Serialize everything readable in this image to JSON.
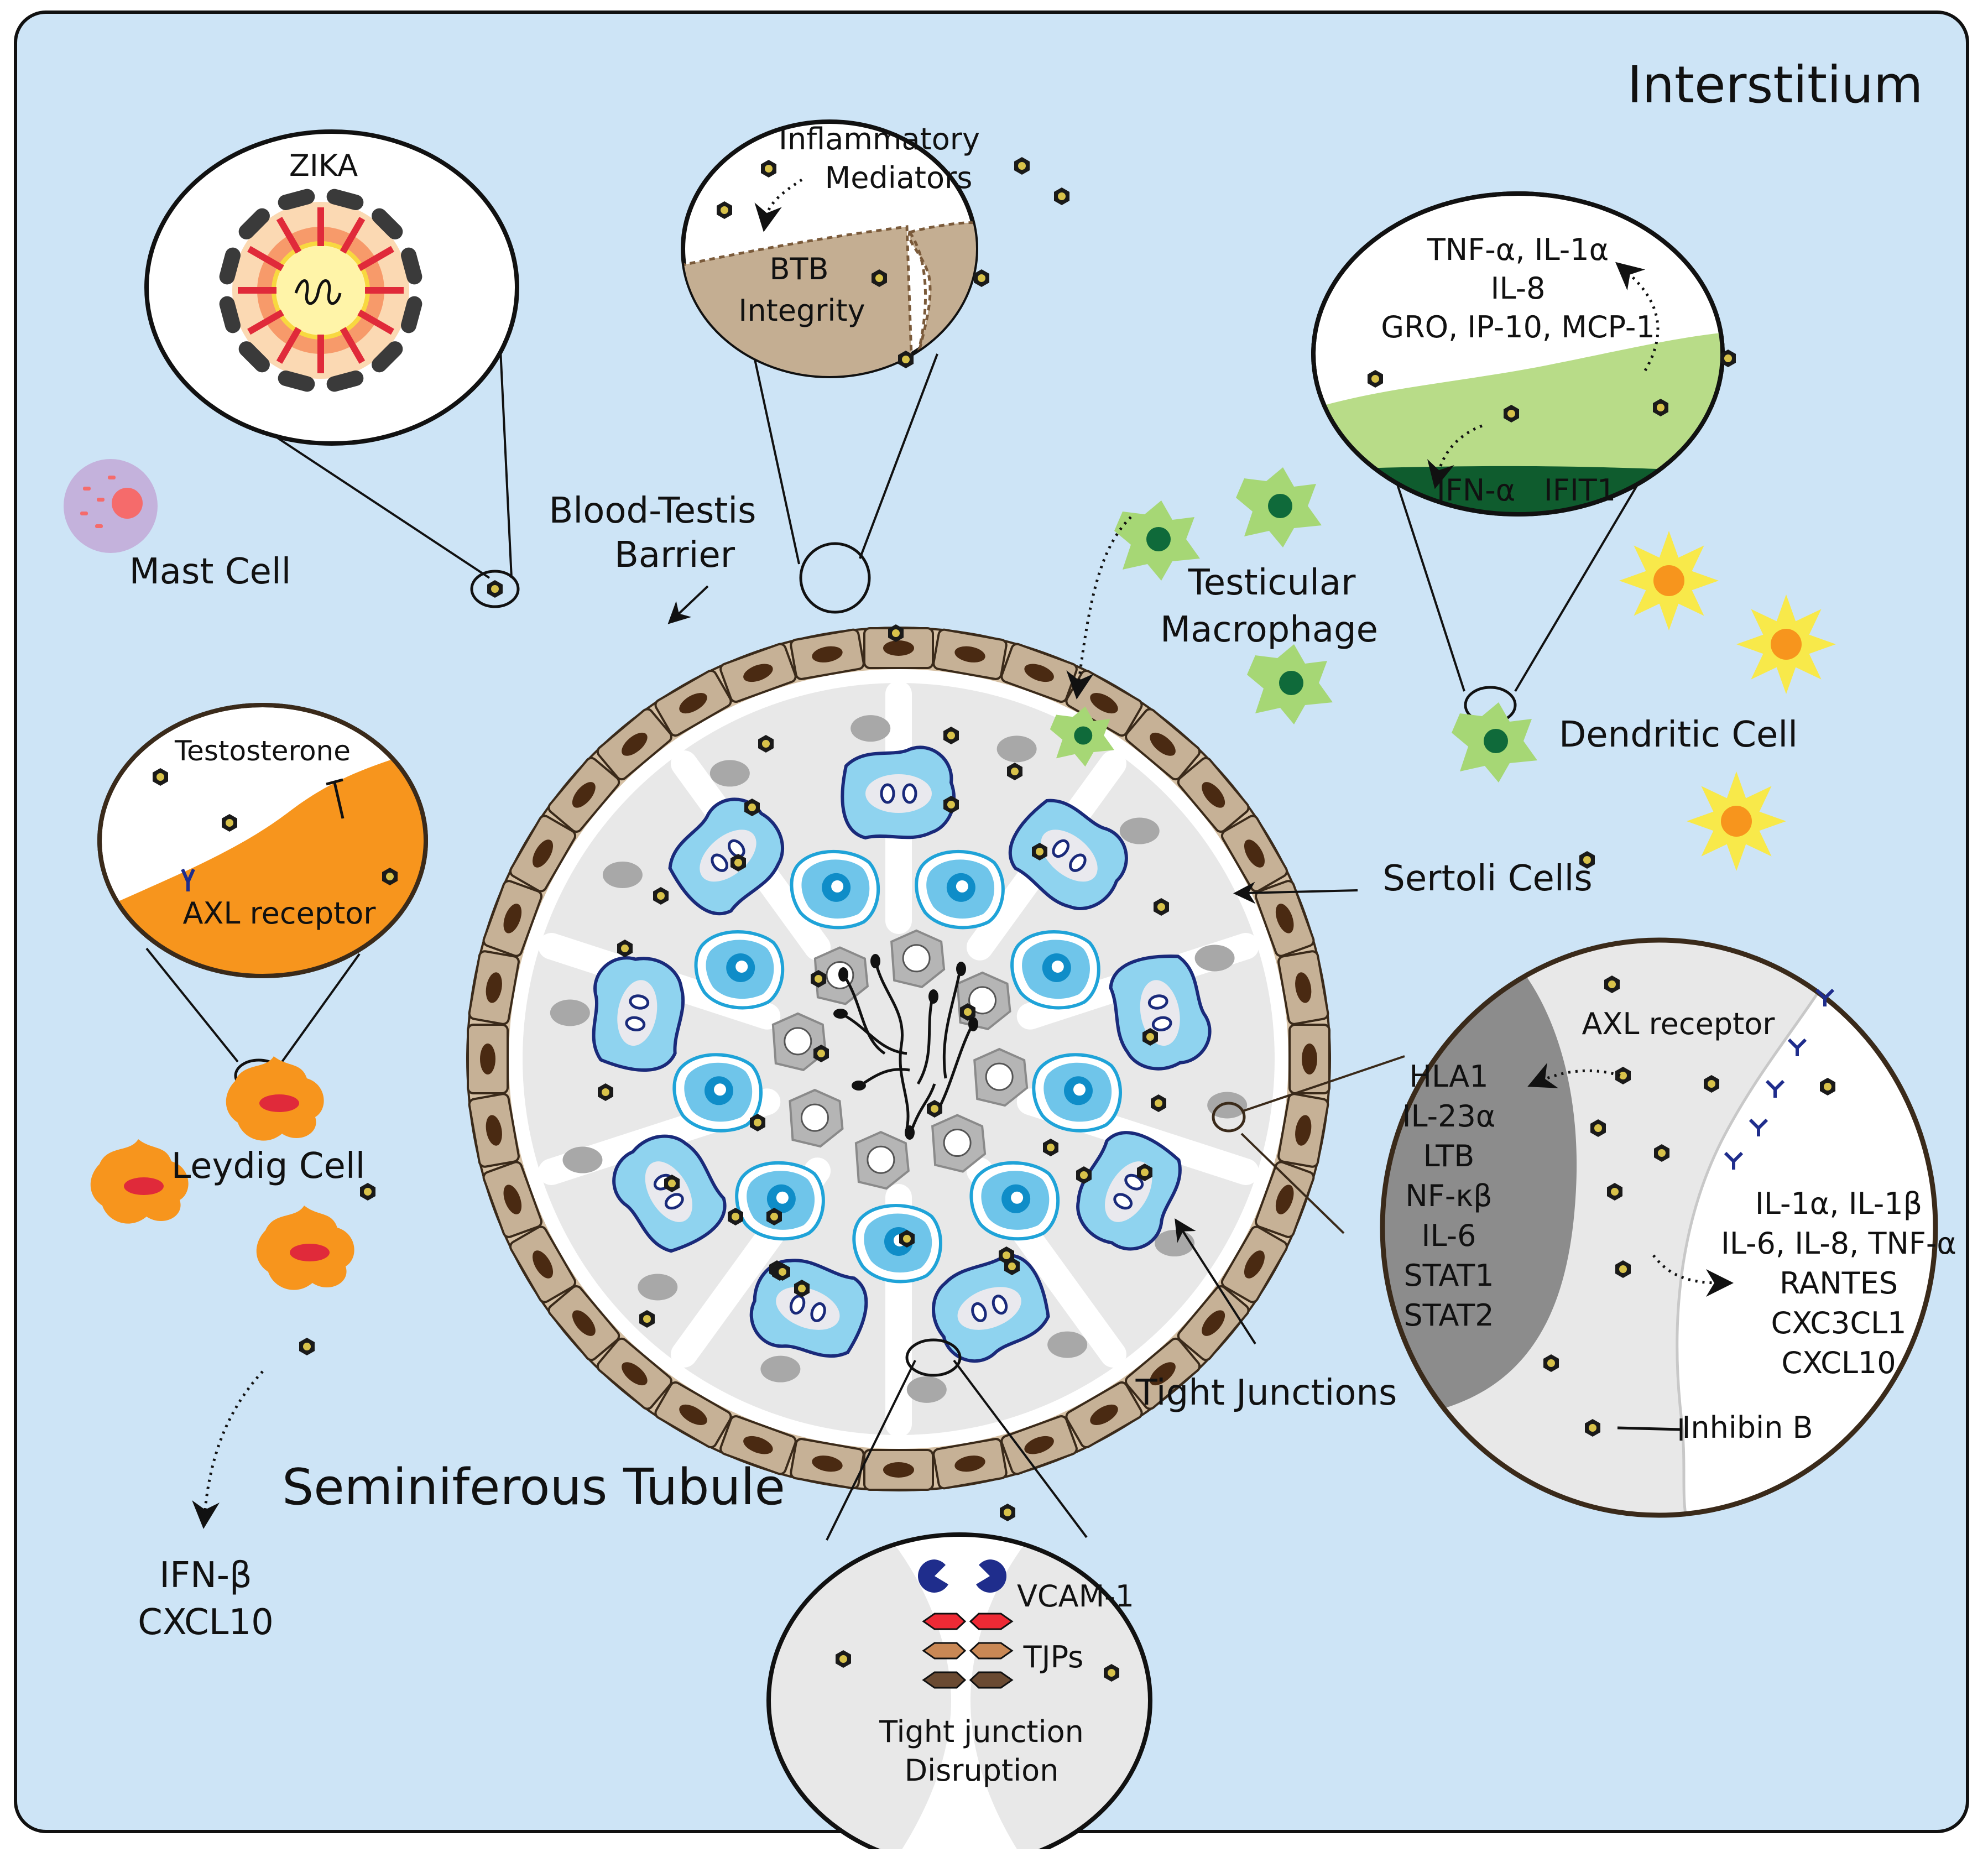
{
  "labels": {
    "interstitium": "Interstitium",
    "zika": "ZIKA",
    "inflammatory_mediators_1": "Inflammatory",
    "inflammatory_mediators_2": "Mediators",
    "btb_integrity_1": "BTB",
    "btb_integrity_2": "Integrity",
    "mast_cell": "Mast Cell",
    "blood_testis_barrier_1": "Blood-Testis",
    "blood_testis_barrier_2": "Barrier",
    "testicular_macrophage_1": "Testicular",
    "testicular_macrophage_2": "Macrophage",
    "dendritic_cell": "Dendritic Cell",
    "sertoli_cells": "Sertoli Cells",
    "leydig_cell": "Leydig Cell",
    "tight_junctions": "Tight Junctions",
    "seminiferous_tubule": "Seminiferous Tubule",
    "testosterone": "Testosterone",
    "axl_receptor_leydig": "AXL receptor",
    "axl_receptor_sertoli": "AXL receptor",
    "inhibin_b": "Inhibin B",
    "vcam1": "VCAM-1",
    "tjps": "TJPs",
    "tj_disruption_1": "Tight junction",
    "tj_disruption_2": "Disruption"
  },
  "dendritic_inset": {
    "lines": [
      "TNF-α, IL-1α",
      "IL-8",
      "GRO, IP-10, MCP-1"
    ],
    "band_text": "IFN-α   IFIT1"
  },
  "leydig_output": [
    "IFN-β",
    "CXCL10"
  ],
  "sertoli_inset": {
    "left_list": [
      "HLA1",
      "IL-23α",
      "LTB",
      "NF-κβ",
      "IL-6",
      "STAT1",
      "STAT2"
    ],
    "right_list": [
      "IL-1α, IL-1β",
      "IL-6, IL-8, TNF-α",
      "RANTES",
      "CXC3CL1",
      "CXCL10"
    ]
  },
  "colors": {
    "background": "#cde4f6",
    "border_cell": "#c6b196",
    "nucleus": "#4a2a12",
    "germ_cell": "#8fd3ef",
    "spermatocyte": "#6fc5ea",
    "leydig": "#f7951d",
    "macrophage": "#a6d775",
    "dendritic": "#f8e94a",
    "mast": "#c4b2dc",
    "sertoli_dark": "#8c8c8c",
    "btb_tan": "#c4ae92"
  }
}
